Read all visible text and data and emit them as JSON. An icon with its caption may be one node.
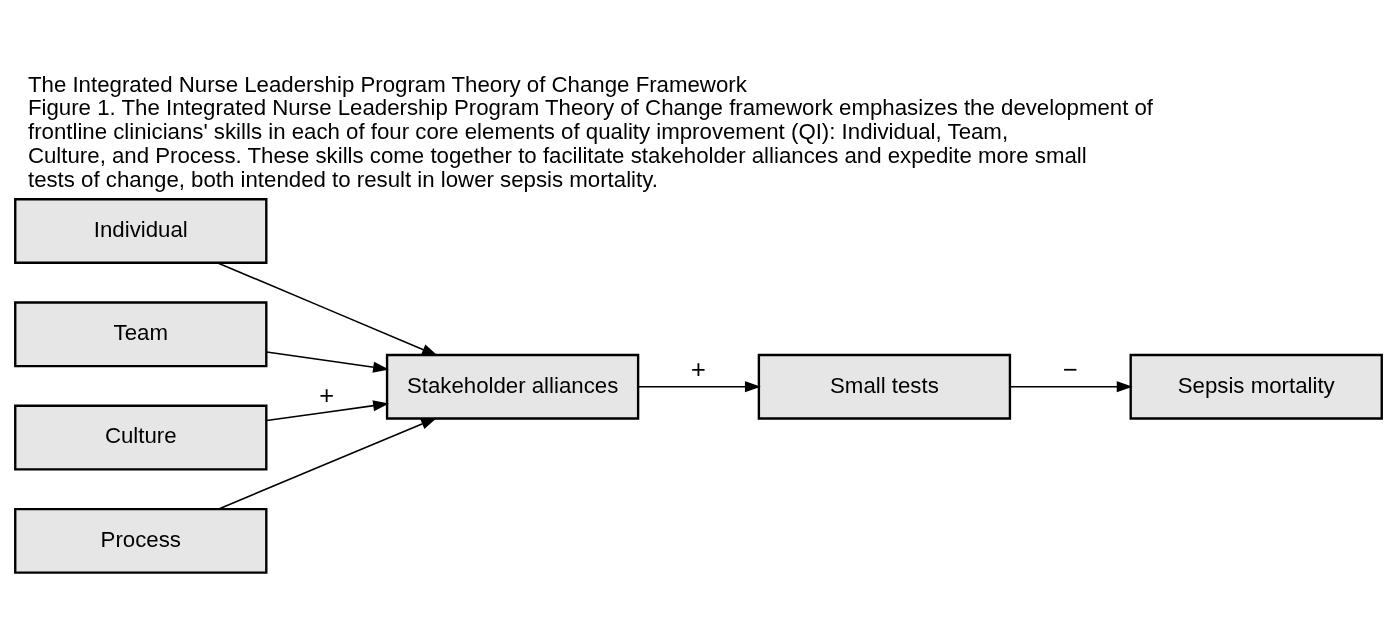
{
  "diagram": {
    "title": "The Integrated Nurse Leadership Program Theory of Change Framework",
    "caption": "Figure 1. The Integrated Nurse Leadership Program Theory of Change framework emphasizes the development of frontline clinicians' skills in each of four core elements of quality improvement (QI): Individual, Team, Culture, and Process. These skills come together to facilitate stakeholder alliances and expedite more small tests of change, both intended to result in lower sepsis mortality.",
    "nodes": [
      {
        "text": [
          "Individual"
        ]
      },
      {
        "text": [
          "Team"
        ]
      },
      {
        "text": [
          "Culture"
        ]
      },
      {
        "text": [
          "Process"
        ]
      },
      {
        "text": [
          "Stakeholder alliances"
        ]
      },
      {
        "text": [
          "Small tests"
        ]
      },
      {
        "text": [
          "Sepsis mortality"
        ]
      }
    ],
    "edges": [
      {
        "from": 0,
        "to": 4,
        "arrow": "to"
      },
      {
        "from": 1,
        "to": 4,
        "arrow": "to"
      },
      {
        "from": 2,
        "to": 4,
        "arrow": "to",
        "label": "+"
      },
      {
        "from": 3,
        "to": 4,
        "arrow": "to"
      },
      {
        "from": 4,
        "to": 5,
        "arrow": "to",
        "label": "+"
      },
      {
        "from": 5,
        "to": 6,
        "arrow": "to",
        "label": "−"
      }
    ]
  }
}
